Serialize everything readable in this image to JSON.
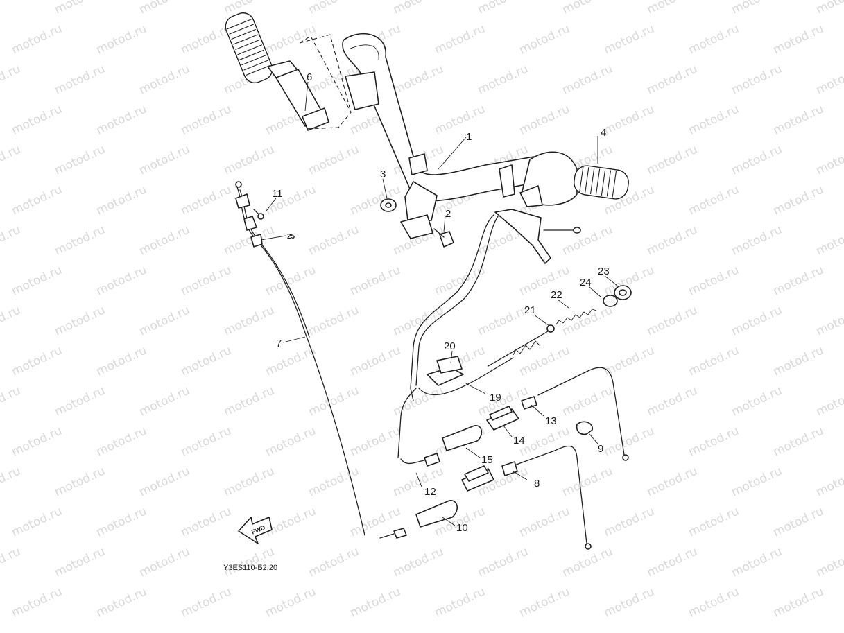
{
  "diagram": {
    "code": "Y3ES110-B2.20",
    "direction_label": "FWD",
    "watermark_text": "motod.ru",
    "callouts": [
      {
        "id": "1",
        "label": "1"
      },
      {
        "id": "2",
        "label": "2"
      },
      {
        "id": "3",
        "label": "3"
      },
      {
        "id": "4",
        "label": "4"
      },
      {
        "id": "6",
        "label": "6"
      },
      {
        "id": "7",
        "label": "7"
      },
      {
        "id": "8",
        "label": "8"
      },
      {
        "id": "9",
        "label": "9"
      },
      {
        "id": "10",
        "label": "10"
      },
      {
        "id": "11",
        "label": "11"
      },
      {
        "id": "12",
        "label": "12"
      },
      {
        "id": "13",
        "label": "13"
      },
      {
        "id": "14",
        "label": "14"
      },
      {
        "id": "15",
        "label": "15"
      },
      {
        "id": "19",
        "label": "19"
      },
      {
        "id": "20",
        "label": "20"
      },
      {
        "id": "21",
        "label": "21"
      },
      {
        "id": "22",
        "label": "22"
      },
      {
        "id": "23",
        "label": "23"
      },
      {
        "id": "24",
        "label": "24"
      },
      {
        "id": "25",
        "label": "25"
      }
    ]
  }
}
